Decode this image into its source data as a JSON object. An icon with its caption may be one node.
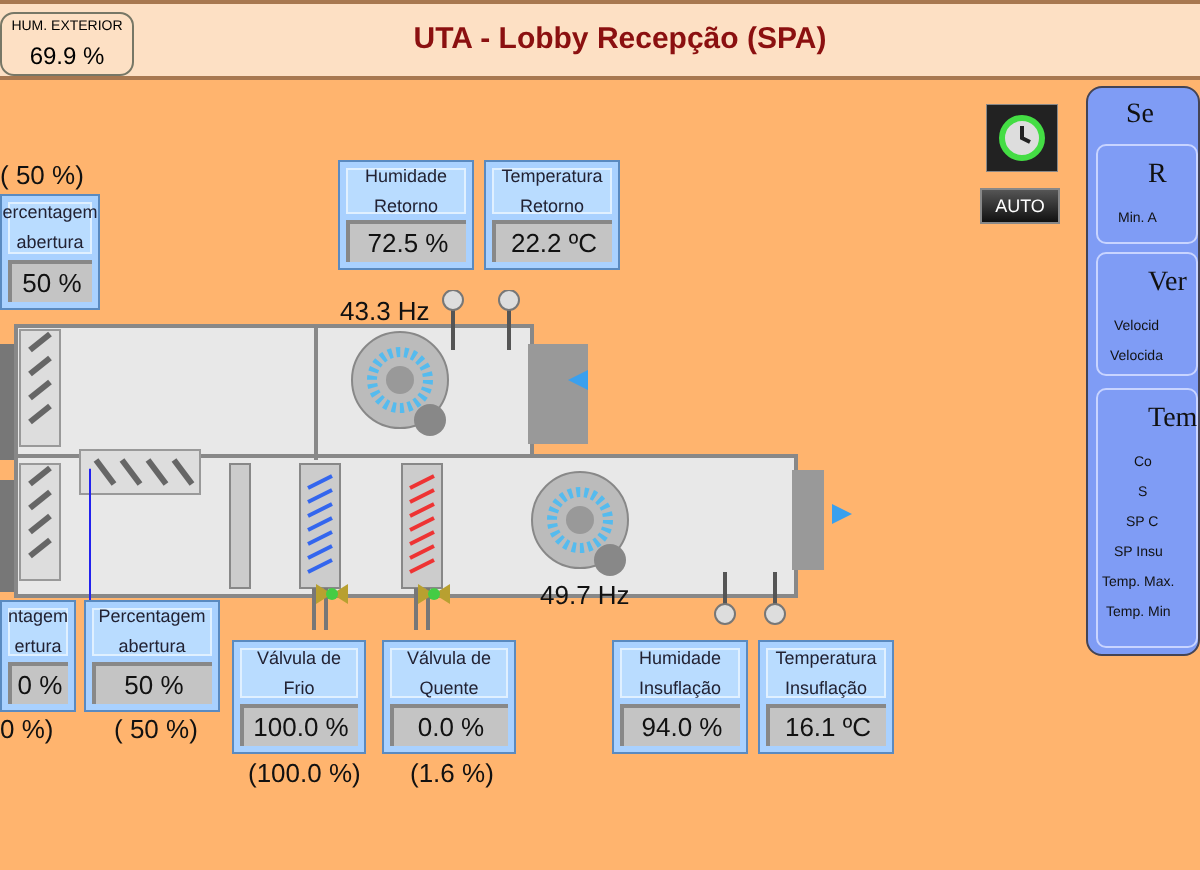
{
  "diagram": {
    "title": "UTA - Lobby Recepção (SPA)",
    "nodes": [
      {
        "text": [
          "HUM. EXTERIOR",
          "69.9 %"
        ]
      },
      {
        "text": [
          "ercentagem abertura",
          "50 %"
        ],
        "beside": [
          "( 50 %)"
        ]
      },
      {
        "text": [
          "Humidade Retorno",
          "72.5 %"
        ]
      },
      {
        "text": [
          "Temperatura Retorno",
          "22.2 ºC"
        ]
      },
      {
        "text": [],
        "shape": "picture"
      },
      {
        "text": [
          "ntagem ertura",
          "0 %"
        ],
        "beside": [
          "0 %)"
        ]
      },
      {
        "text": [
          "Percentagem abertura",
          "50 %"
        ],
        "beside": [
          "( 50 %)"
        ]
      },
      {
        "text": [
          "Válvula de Frio",
          "100.0 %"
        ],
        "beside": [
          "(100.0 %)"
        ]
      },
      {
        "text": [
          "Válvula de Quente",
          "0.0 %"
        ],
        "beside": [
          "(1.6 %)"
        ]
      },
      {
        "text": [
          "Humidade Insuflação",
          "94.0 %"
        ]
      },
      {
        "text": [
          "Temperatura Insuflação",
          "16.1 ºC"
        ]
      },
      {
        "text": [
          "AUTO"
        ]
      },
      {
        "text": [
          "Se"
        ]
      },
      {
        "text": [
          "R",
          "Min. A"
        ],
        "in": 12
      },
      {
        "text": [
          "Ver",
          "Velocid",
          "Velocida"
        ],
        "in": 12
      },
      {
        "text": [
          "Tem",
          "Co",
          "S",
          "SP C",
          "SP Insu",
          "Temp. Max.",
          "Temp. Min"
        ],
        "in": 12
      }
    ],
    "edges": [
      {
        "from": 6,
        "to": 4,
        "arrow": "none",
        "color": "#2222ee"
      }
    ],
    "labels": [
      "43.3 Hz",
      "49.7 Hz"
    ]
  }
}
